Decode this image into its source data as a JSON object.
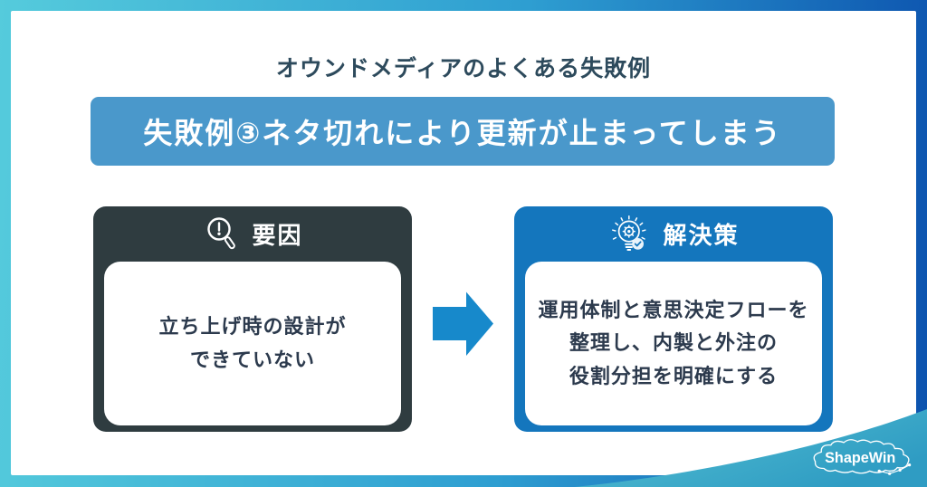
{
  "slide": {
    "title": "オウンドメディアのよくある失敗例",
    "banner": "失敗例③ネタ切れにより更新が止まってしまう"
  },
  "cause_card": {
    "title": "要因",
    "icon": "magnifier-alert-icon",
    "lines": [
      "立ち上げ時の設計が",
      "できていない"
    ]
  },
  "solution_card": {
    "title": "解決策",
    "icon": "lightbulb-gear-check-icon",
    "lines": [
      "運用体制と意思決定フローを",
      "整理し、内製と外注の",
      "役割分担を明確にする"
    ]
  },
  "footer": {
    "brand": "ShapeWin"
  },
  "colors": {
    "frame_gradient_start": "#55CBDC",
    "frame_gradient_end": "#0C52AE",
    "banner_bg": "#4A98CB",
    "cause_bg": "#2F3C40",
    "solution_bg": "#1476BD",
    "arrow": "#1789CB",
    "wave_start": "#57C3D3",
    "wave_end": "#2F9CC3",
    "title_text": "#2D4A5C",
    "body_text": "#2C3A4D"
  }
}
